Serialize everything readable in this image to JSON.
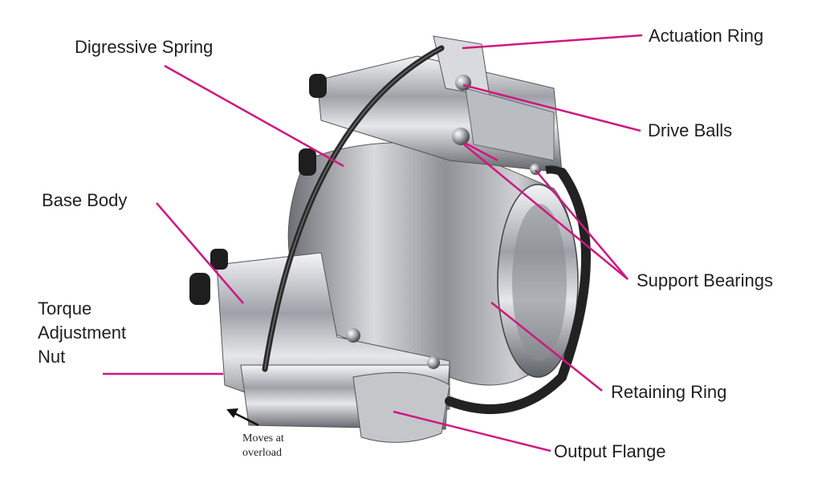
{
  "labels": {
    "digressive_spring": "Digressive Spring",
    "actuation_ring": "Actuation Ring",
    "drive_balls": "Drive Balls",
    "base_body": "Base Body",
    "support_bearings": "Support Bearings",
    "torque_adjustment_nut": [
      "Torque",
      "Adjustment",
      "Nut"
    ],
    "retaining_ring": "Retaining Ring",
    "output_flange": "Output Flange",
    "moves_note": [
      "Moves at",
      "overload"
    ]
  },
  "colors": {
    "leader_line": "#d0177f",
    "steel": "#c9cbcf",
    "spring": "#2a2a2a"
  },
  "icons": [
    "arrow-icon"
  ]
}
